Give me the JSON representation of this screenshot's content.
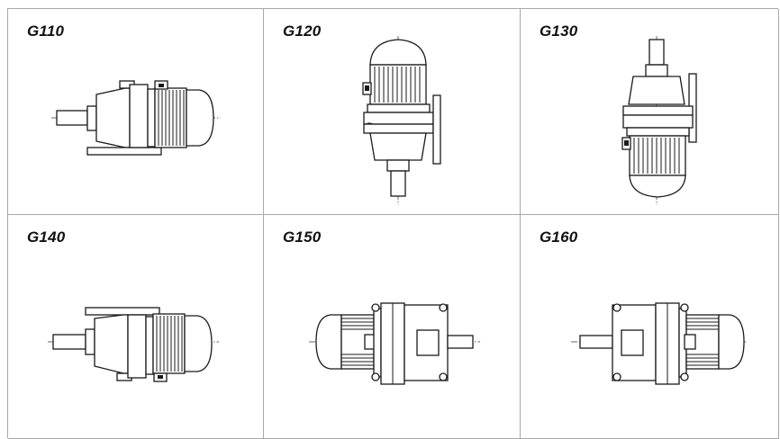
{
  "variants": [
    {
      "code": "G110",
      "icon": "gearmotor-foot-mounted-horizontal"
    },
    {
      "code": "G120",
      "icon": "gearmotor-flange-vertical-shaft-down"
    },
    {
      "code": "G130",
      "icon": "gearmotor-flange-vertical-shaft-up"
    },
    {
      "code": "G140",
      "icon": "gearmotor-foot-mounted-inverted"
    },
    {
      "code": "G150",
      "icon": "gearmotor-top-view-shaft-right"
    },
    {
      "code": "G160",
      "icon": "gearmotor-top-view-shaft-left"
    }
  ]
}
